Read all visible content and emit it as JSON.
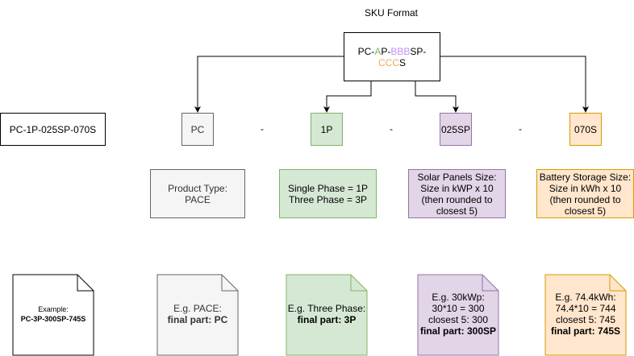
{
  "title": "SKU Format",
  "format": {
    "segments": [
      {
        "text": "PC-",
        "color": "#000000"
      },
      {
        "text": "A",
        "color": "#82b366"
      },
      {
        "text": "P-",
        "color": "#000000"
      },
      {
        "text": "BBB",
        "color": "#c38ff7"
      },
      {
        "text": "SP-",
        "color": "#000000"
      },
      {
        "text": "CCC",
        "color": "#f5a85a"
      },
      {
        "text": "S",
        "color": "#000000"
      }
    ]
  },
  "example_sku": "PC-1P-025SP-070S",
  "separator": "-",
  "parts": [
    {
      "label": "PC",
      "description": "Product Type:\nPACE",
      "example_line": "E.g. PACE:",
      "final": "final part: PC"
    },
    {
      "label": "1P",
      "description": "Single Phase = 1P\nThree Phase = 3P",
      "example_line": "E.g. Three Phase:",
      "final": "final part: 3P"
    },
    {
      "label": "025SP",
      "description": "Solar Panels Size:\nSize in kWP x 10\n(then rounded to\nclosest 5)",
      "example_line": "E.g. 30kWp:\n30*10 = 300\nclosest 5: 300",
      "final": "final part: 300SP"
    },
    {
      "label": "070S",
      "description": "Battery Storage Size:\nSize in kWh x 10\n(then rounded to\nclosest 5)",
      "example_line": "E.g. 74.4kWh:\n74.4*10 = 744\nclosest 5: 745",
      "final": "final part: 745S"
    }
  ],
  "example_note": {
    "label": "Example:",
    "value": "PC-3P-300SP-745S"
  },
  "colors": {
    "grey_fill": "#f5f5f5",
    "green_fill": "#d5e8d4",
    "purple_fill": "#e1d5e7",
    "orange_fill": "#ffe6cc"
  }
}
